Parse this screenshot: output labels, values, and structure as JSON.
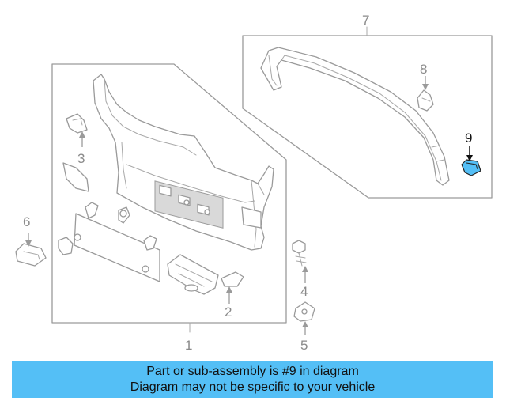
{
  "callouts": {
    "c1": "1",
    "c2": "2",
    "c3": "3",
    "c4": "4",
    "c5": "5",
    "c6": "6",
    "c7": "7",
    "c8": "8",
    "c9": "9"
  },
  "highlight_color": "#54bff6",
  "notice": {
    "line1": "Part or sub-assembly is #9 in diagram",
    "line2": "Diagram may not be specific to your vehicle"
  }
}
